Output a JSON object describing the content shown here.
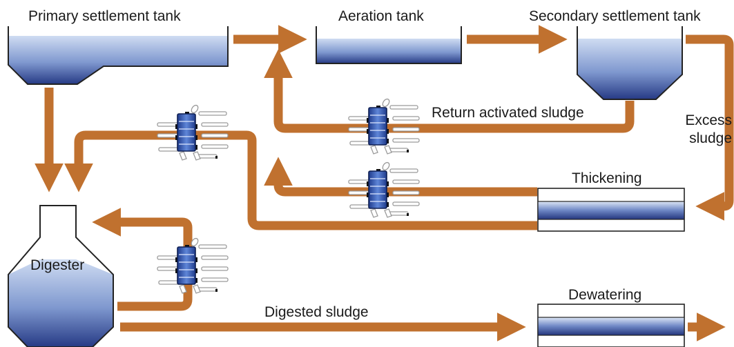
{
  "labels": {
    "primary_tank": "Primary settlement tank",
    "aeration_tank": "Aeration tank",
    "secondary_tank": "Secondary settlement tank",
    "return_sludge": "Return activated sludge",
    "excess_sludge_line1": "Excess",
    "excess_sludge_line2": "sludge",
    "thickening": "Thickening",
    "digester": "Digester",
    "dewatering": "Dewatering",
    "digested_sludge": "Digested sludge"
  },
  "colors": {
    "pipe": "#c0712f",
    "water_light": "#c3d3ee",
    "water_dark": "#2a3d86",
    "outline": "#222222"
  },
  "icons": [
    "pump-unit-icon"
  ]
}
